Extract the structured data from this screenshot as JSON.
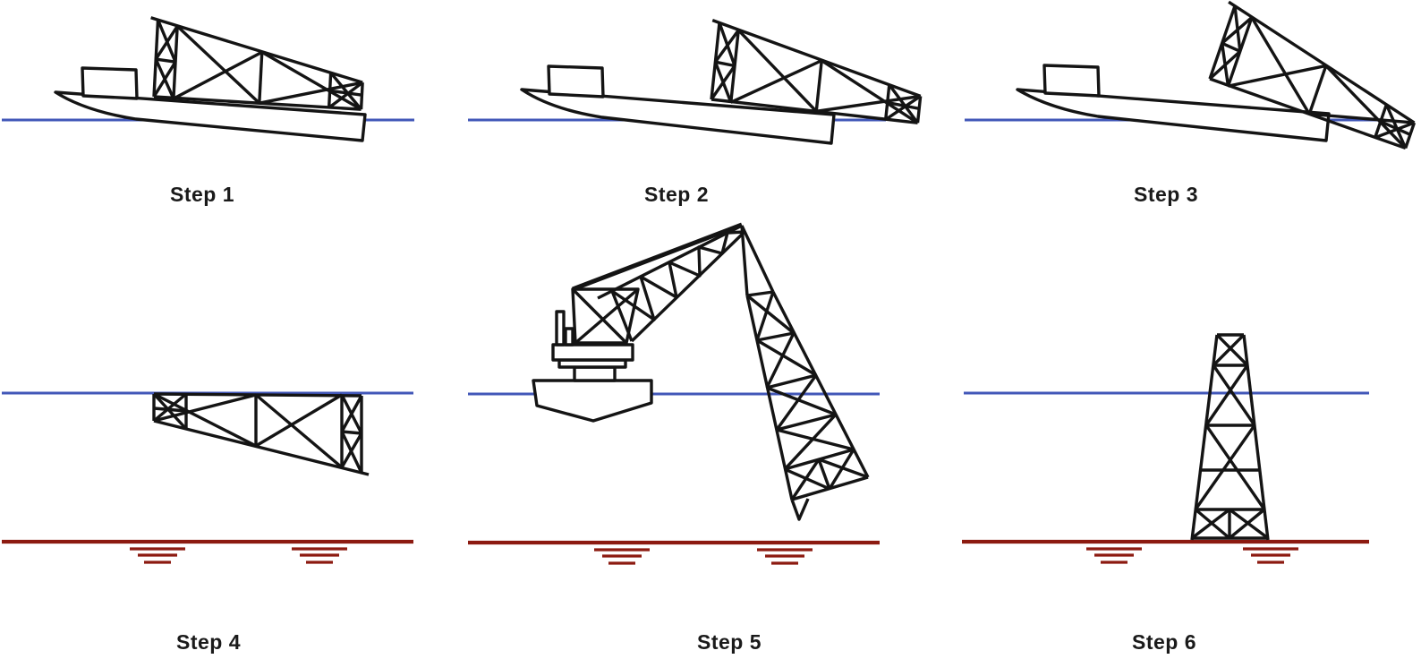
{
  "figure": {
    "steps": [
      {
        "label": "Step 1",
        "drawing": "jacket-on-transport-barge"
      },
      {
        "label": "Step 2",
        "drawing": "jacket-skidded-aft-on-barge"
      },
      {
        "label": "Step 3",
        "drawing": "jacket-launching-over-stern"
      },
      {
        "label": "Step 4",
        "drawing": "jacket-floating-in-sea"
      },
      {
        "label": "Step 5",
        "drawing": "crane-vessel-upending-jacket"
      },
      {
        "label": "Step 6",
        "drawing": "jacket-installed-on-seabed"
      }
    ],
    "colors": {
      "line": "#141414",
      "waterline": "#4257b8",
      "seabed": "#8c1a10",
      "background": "#ffffff",
      "label": "#1a1a1a"
    }
  }
}
